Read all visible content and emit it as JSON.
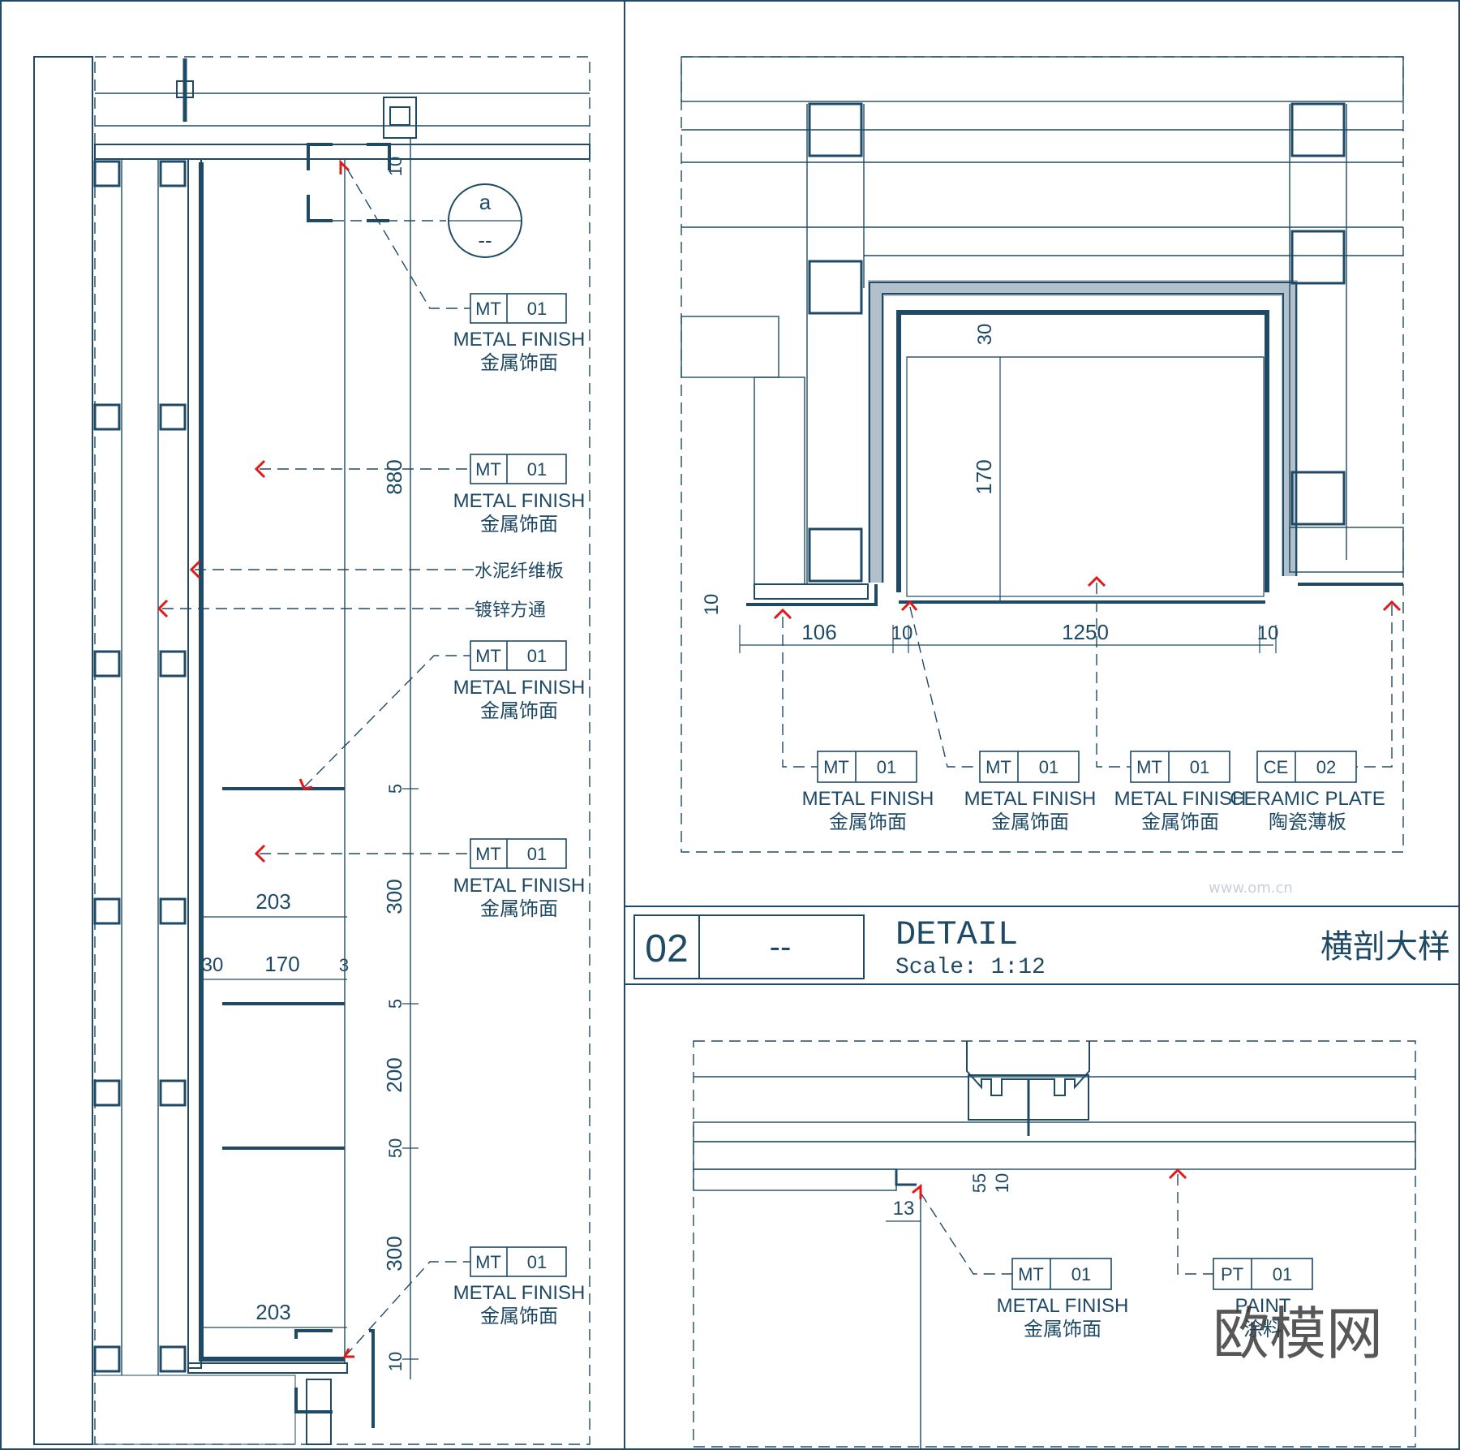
{
  "colors": {
    "line": "#1f4a66",
    "marker": "#e01818",
    "background": "#ffffff",
    "watermark": "#d8dde3"
  },
  "left_section": {
    "callout_bubble": {
      "top": "a",
      "bottom": "--"
    },
    "dims": {
      "d10_top": "10",
      "d880": "880",
      "d5_a": "5",
      "d300_a": "300",
      "d5_b": "5",
      "d200": "200",
      "d50": "50",
      "d300_b": "300",
      "d10_bot": "10",
      "d203_a": "203",
      "d30": "30",
      "d170": "170",
      "d3": "3",
      "d203_b": "203"
    },
    "tags": [
      {
        "code": "MT",
        "num": "01",
        "en": "METAL FINISH",
        "cn": "金属饰面"
      },
      {
        "code": "MT",
        "num": "01",
        "en": "METAL FINISH",
        "cn": "金属饰面"
      },
      {
        "code": "MT",
        "num": "01",
        "en": "METAL FINISH",
        "cn": "金属饰面"
      },
      {
        "code": "MT",
        "num": "01",
        "en": "METAL FINISH",
        "cn": "金属饰面"
      },
      {
        "code": "MT",
        "num": "01",
        "en": "METAL FINISH",
        "cn": "金属饰面"
      }
    ],
    "notes": {
      "cement_board": "水泥纤维板",
      "galv_tube": "镀锌方通"
    }
  },
  "top_right_section": {
    "dims": {
      "d30": "30",
      "d170": "170",
      "d10_left": "10",
      "d106": "106",
      "d10_a": "10",
      "d1250": "1250",
      "d10_b": "10"
    },
    "tags": [
      {
        "code": "MT",
        "num": "01",
        "en": "METAL FINISH",
        "cn": "金属饰面"
      },
      {
        "code": "MT",
        "num": "01",
        "en": "METAL FINISH",
        "cn": "金属饰面"
      },
      {
        "code": "MT",
        "num": "01",
        "en": "METAL FINISH",
        "cn": "金属饰面"
      },
      {
        "code": "CE",
        "num": "02",
        "en": "CERAMIC PLATE",
        "cn": "陶瓷薄板"
      }
    ]
  },
  "title_block": {
    "number": "02",
    "ref": "--",
    "title": "DETAIL",
    "scale": "Scale: 1:12",
    "cn_title": "横剖大样"
  },
  "bottom_right_section": {
    "dims": {
      "d55": "55",
      "d10": "10",
      "d13": "13"
    },
    "tags": [
      {
        "code": "MT",
        "num": "01",
        "en": "METAL FINISH",
        "cn": "金属饰面"
      },
      {
        "code": "PT",
        "num": "01",
        "en": "PAINT",
        "cn": "涂料"
      }
    ]
  },
  "watermark": {
    "logo": "欧模网",
    "site": "www.om.cn"
  }
}
